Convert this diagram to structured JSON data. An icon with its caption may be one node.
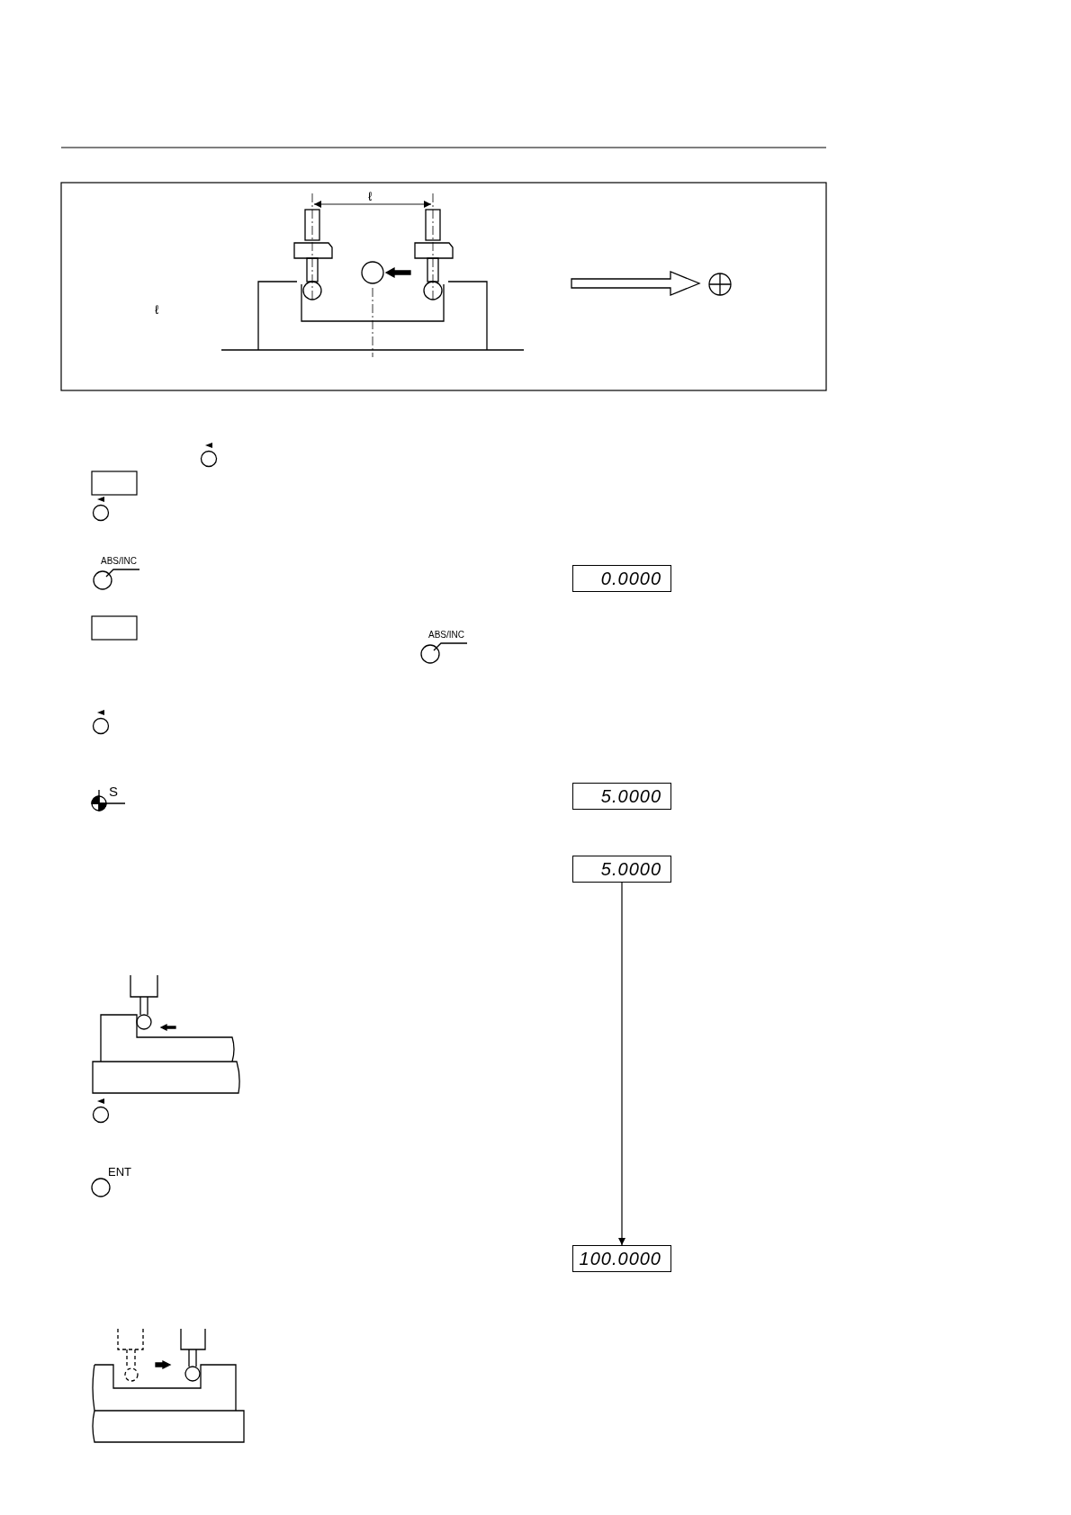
{
  "diagram": {
    "nodes": [
      {
        "text": [
          "0.0000"
        ]
      },
      {
        "text": [
          "5.0000"
        ]
      },
      {
        "text": [
          "5.0000"
        ]
      },
      {
        "text": [
          "100.0000"
        ]
      }
    ],
    "edges": [
      {
        "from": 2,
        "to": 3,
        "arrow": "to"
      }
    ],
    "labels": [
      "ℓ",
      "ℓ",
      "ABS/INC",
      "ABS/INC",
      "S",
      "ENT"
    ]
  }
}
